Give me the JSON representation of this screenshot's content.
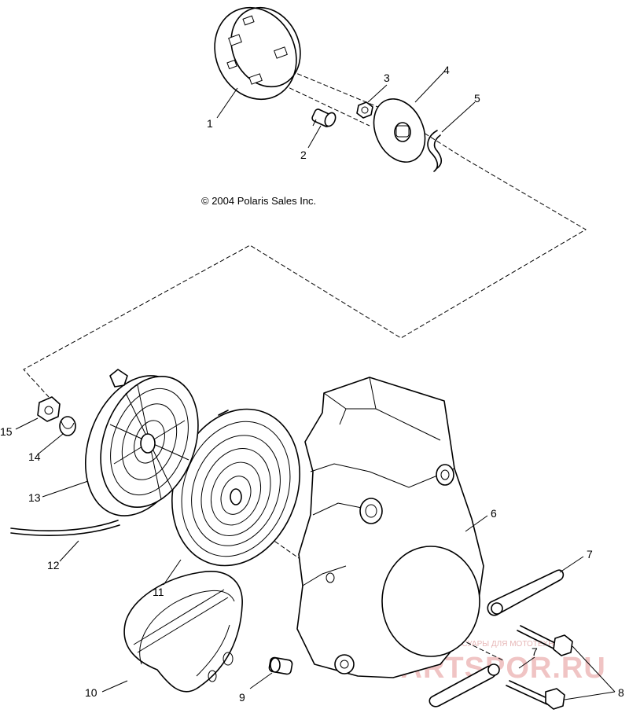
{
  "copyright": "© 2004 Polaris Sales Inc.",
  "callouts": [
    {
      "id": "1",
      "label": "1",
      "part": "flywheel-cup"
    },
    {
      "id": "2",
      "label": "2",
      "part": "bolt"
    },
    {
      "id": "3",
      "label": "3",
      "part": "nut"
    },
    {
      "id": "4",
      "label": "4",
      "part": "pulley-plate"
    },
    {
      "id": "5",
      "label": "5",
      "part": "clip"
    },
    {
      "id": "6",
      "label": "6",
      "part": "recoil-housing"
    },
    {
      "id": "7a",
      "label": "7",
      "part": "strap"
    },
    {
      "id": "7b",
      "label": "7",
      "part": "strap"
    },
    {
      "id": "8",
      "label": "8",
      "part": "bolt"
    },
    {
      "id": "9",
      "label": "9",
      "part": "grommet"
    },
    {
      "id": "10",
      "label": "10",
      "part": "handle"
    },
    {
      "id": "11",
      "label": "11",
      "part": "recoil-spring"
    },
    {
      "id": "12",
      "label": "12",
      "part": "rope"
    },
    {
      "id": "13",
      "label": "13",
      "part": "reel"
    },
    {
      "id": "14",
      "label": "14",
      "part": "spring"
    },
    {
      "id": "15",
      "label": "15",
      "part": "ratchet"
    }
  ],
  "watermark": {
    "line1": "ЗАПЧАСТИ И АКСЕССУАРЫ ДЛЯ МОТОТЕХНИКИ",
    "line2": "PARTSPOR.RU"
  }
}
